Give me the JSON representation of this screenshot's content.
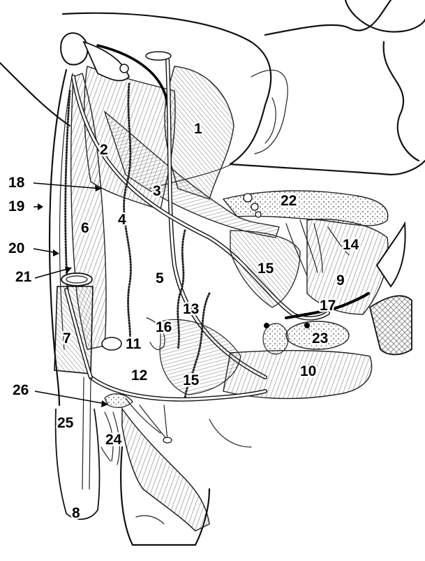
{
  "labels": {
    "l1": "1",
    "l2": "2",
    "l3": "3",
    "l4": "4",
    "l5": "5",
    "l6": "6",
    "l7": "7",
    "l8": "8",
    "l9": "9",
    "l10": "10",
    "l11": "11",
    "l12": "12",
    "l13": "13",
    "l14": "14",
    "l15a": "15",
    "l15b": "15",
    "l16": "16",
    "l17": "17",
    "l18": "18",
    "l19": "19",
    "l20": "20",
    "l21": "21",
    "l22": "22",
    "l23": "23",
    "l24": "24",
    "l25": "25",
    "l26": "26"
  }
}
